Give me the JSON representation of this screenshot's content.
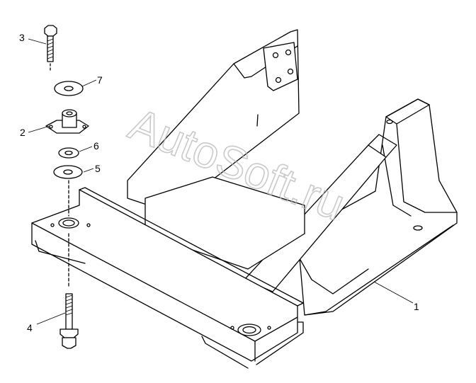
{
  "watermark": "AutoSoft.ru",
  "callouts": [
    {
      "id": "1",
      "label": "1"
    },
    {
      "id": "2",
      "label": "2"
    },
    {
      "id": "3",
      "label": "3"
    },
    {
      "id": "4",
      "label": "4"
    },
    {
      "id": "5",
      "label": "5"
    },
    {
      "id": "6",
      "label": "6"
    },
    {
      "id": "7",
      "label": "7"
    }
  ],
  "colors": {
    "line": "#000000",
    "background": "#ffffff",
    "watermark": "#b8b8b8"
  }
}
